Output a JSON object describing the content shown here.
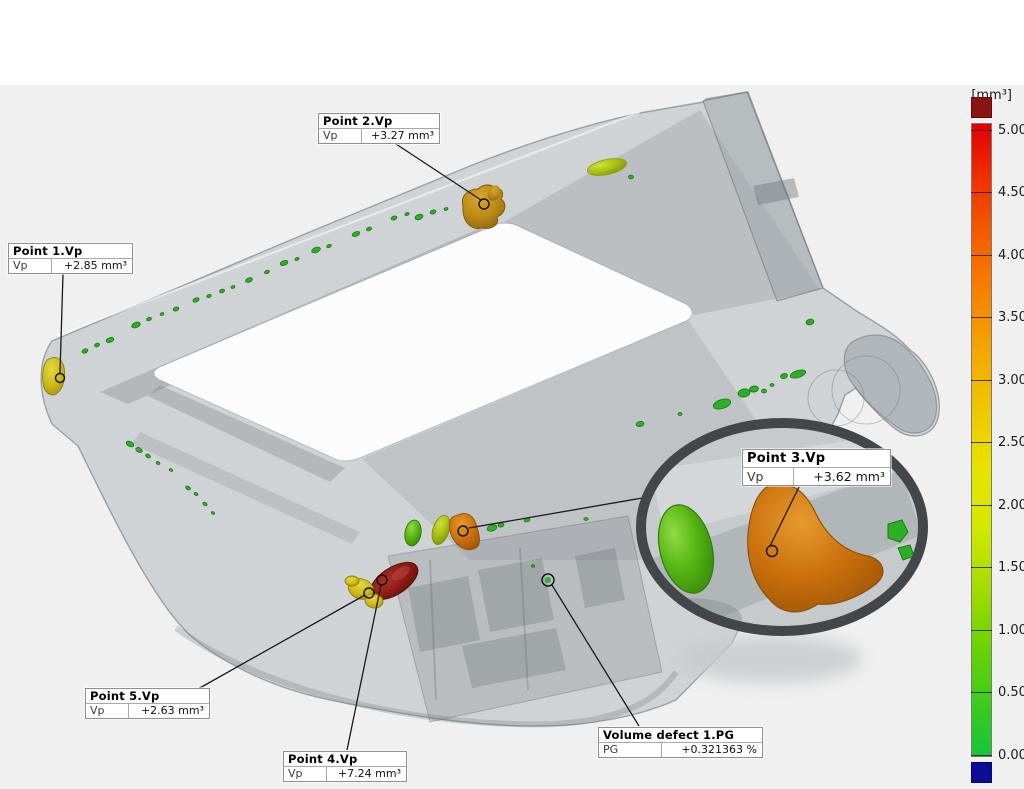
{
  "scene": {
    "canvas_background": "#f0f0f0",
    "page_background": "#ffffff",
    "defect_colors": {
      "low_green": "#2eae24",
      "mid_yellow": "#cdbb1a",
      "high_orange": "#c96f0c",
      "overflow_red": "#8c1a14"
    }
  },
  "colorbar": {
    "unit_label": "[mm³]",
    "ticks": [
      "5.00",
      "4.50",
      "4.00",
      "3.50",
      "3.00",
      "2.50",
      "2.00",
      "1.50",
      "1.00",
      "0.50",
      "0.00"
    ],
    "overflow_color": "#8a1414",
    "underflow_color": "#0c0c96",
    "gradient": [
      "#e10000",
      "#ef3300",
      "#f55f00",
      "#f58400",
      "#f3a800",
      "#eec800",
      "#e7e300",
      "#d3e900",
      "#a8dc00",
      "#6fd400",
      "#3ecc1a",
      "#16c53a"
    ]
  },
  "callouts": {
    "point1": {
      "title": "Point 1.Vp",
      "key": "Vp",
      "value": "+2.85 mm³"
    },
    "point2": {
      "title": "Point 2.Vp",
      "key": "Vp",
      "value": "+3.27 mm³"
    },
    "point3": {
      "title": "Point 3.Vp",
      "key": "Vp",
      "value": "+3.62 mm³"
    },
    "point4": {
      "title": "Point 4.Vp",
      "key": "Vp",
      "value": "+7.24 mm³"
    },
    "point5": {
      "title": "Point 5.Vp",
      "key": "Vp",
      "value": "+2.63 mm³"
    },
    "volume_defect": {
      "title": "Volume defect 1.PG",
      "key": "PG",
      "value": "+0.321363 %"
    }
  }
}
